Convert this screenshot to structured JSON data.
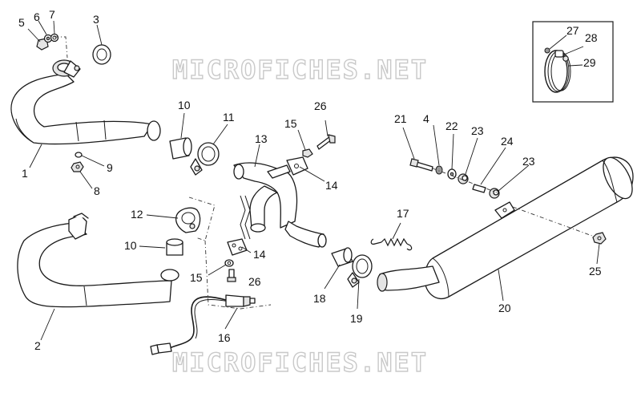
{
  "watermark": "MICROFICHES.NET",
  "callouts": {
    "n1": "1",
    "n2": "2",
    "n3": "3",
    "n4": "4",
    "n5": "5",
    "n6": "6",
    "n7": "7",
    "n8": "8",
    "n9": "9",
    "n10a": "10",
    "n10b": "10",
    "n11": "11",
    "n12": "12",
    "n13": "13",
    "n14a": "14",
    "n14b": "14",
    "n15a": "15",
    "n15b": "15",
    "n16": "16",
    "n17": "17",
    "n18": "18",
    "n19": "19",
    "n20": "20",
    "n21": "21",
    "n22": "22",
    "n23a": "23",
    "n23b": "23",
    "n24": "24",
    "n25": "25",
    "n26a": "26",
    "n26b": "26",
    "n27": "27",
    "n28": "28",
    "n29": "29"
  }
}
